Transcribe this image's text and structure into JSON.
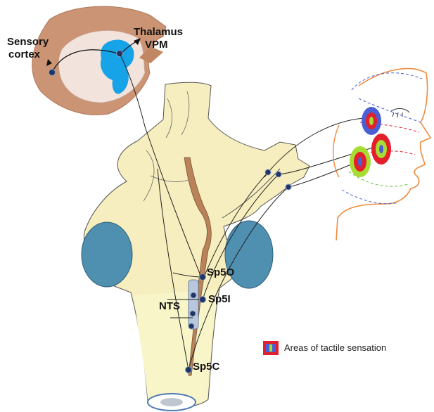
{
  "labels": {
    "sensory": "Sensory",
    "cortex": "cortex",
    "thalamus": "Thalamus",
    "vpm": "VPM",
    "sp5o": "Sp5O",
    "sp5i": "Sp5I",
    "nts": "NTS",
    "sp5c": "Sp5C"
  },
  "legend": {
    "text": "Areas of tactile sensation"
  },
  "colors": {
    "brainstem_fill": "#f6eebe",
    "cerebellar_peduncle": "#4f8fb0",
    "trigeminal_tract": "#b98259",
    "cortex_outer": "#cb9474",
    "cortex_inner": "#f3e3dd",
    "thalamus": "#16a3e7",
    "neuron": "#1f3566",
    "face_outline": "#f08a3c",
    "target_outer_blue": "#4a5fd6",
    "target_outer_red": "#e21f2b",
    "target_outer_green": "#a7dc33"
  }
}
